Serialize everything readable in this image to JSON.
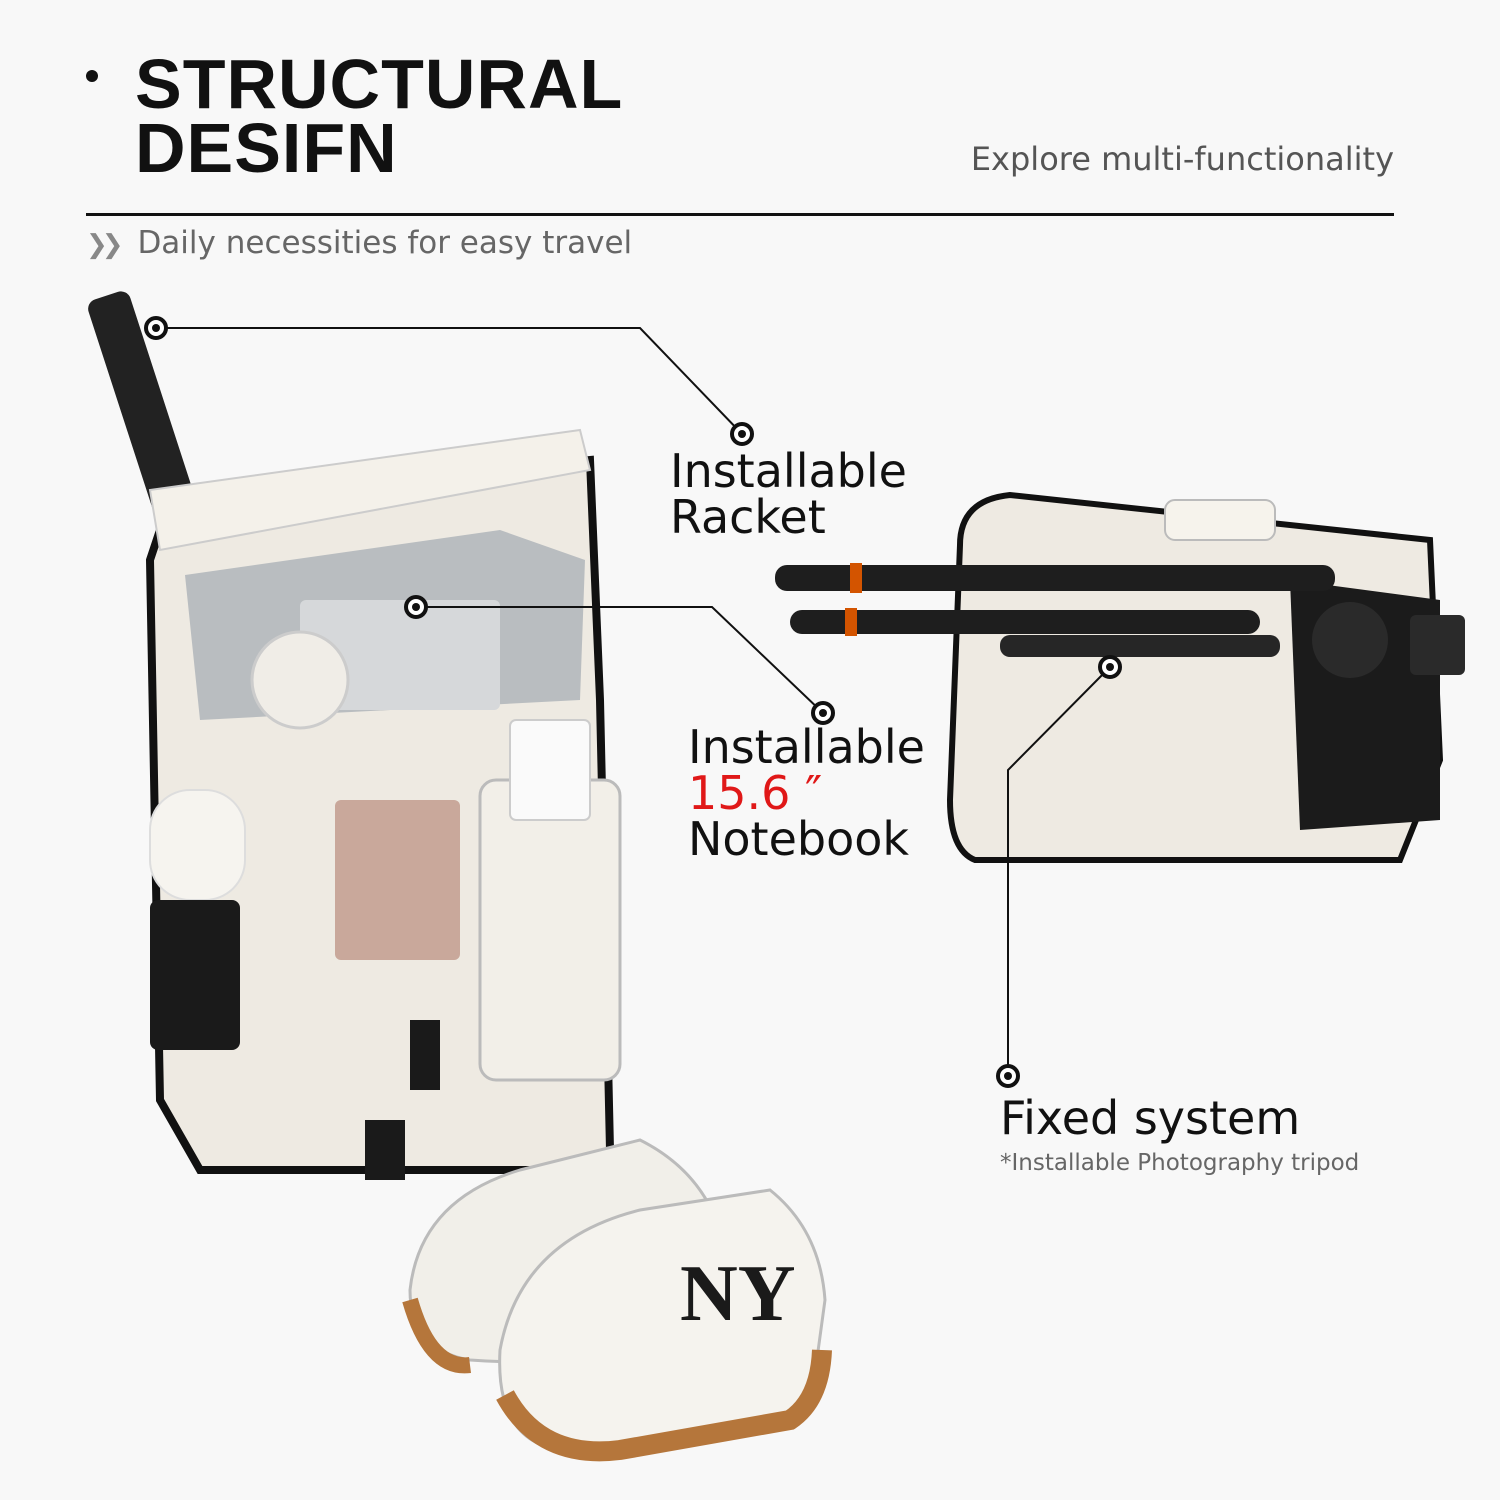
{
  "header": {
    "title_line1": "STRUCTURAL",
    "title_line2": "DESIFN",
    "subtitle": "Explore multi-functionality",
    "tagline_icon": "double-chevron-right-icon",
    "tagline": "Daily necessities for easy travel"
  },
  "callouts": {
    "racket": {
      "line1": "Installable",
      "line2": "Racket"
    },
    "notebook": {
      "line1": "Installable",
      "size": "15.6 ″",
      "line3": "Notebook"
    },
    "fixed": {
      "title": "Fixed system",
      "note": "*Installable Photography tripod"
    }
  },
  "colors": {
    "accent": "#e01818",
    "text": "#111111",
    "muted": "#666666"
  }
}
